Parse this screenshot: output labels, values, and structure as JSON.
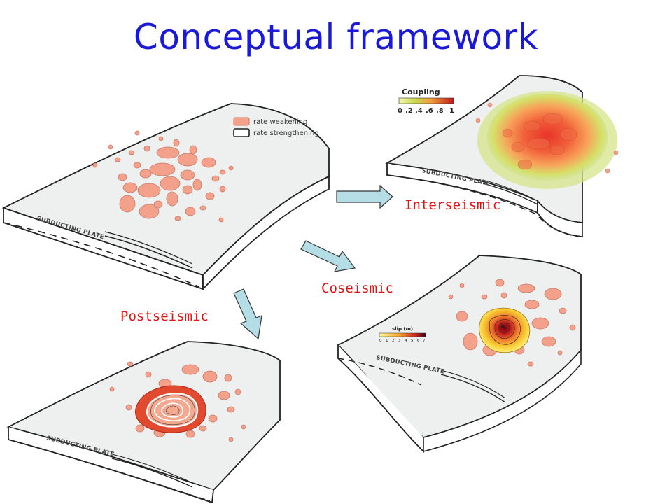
{
  "title": "Conceptual framework",
  "legend": {
    "items": [
      {
        "label": "rate weakening",
        "color": "#f4a18c"
      },
      {
        "label": "rate strengthening",
        "color": "#ffffff"
      }
    ]
  },
  "plate_label": "SUBDUCTING PLATE",
  "stages": {
    "interseismic": "Interseismic",
    "coseismic": "Coseismic",
    "postseismic": "Postseismic"
  },
  "coupling_scale": {
    "title": "Coupling",
    "ticks": [
      "0",
      ".2",
      ".4",
      ".6",
      ".8",
      "1"
    ]
  },
  "slip_scale": {
    "title": "slip (m)",
    "ticks": [
      "0",
      "1",
      "2",
      "3",
      "4",
      "5",
      "6",
      "7"
    ]
  },
  "colors": {
    "title": "#1a1ad6",
    "stage_label": "#e01414",
    "patch": "#f4a18c",
    "slab_top": "#eef0ef",
    "arrow": "#b4dde6"
  }
}
